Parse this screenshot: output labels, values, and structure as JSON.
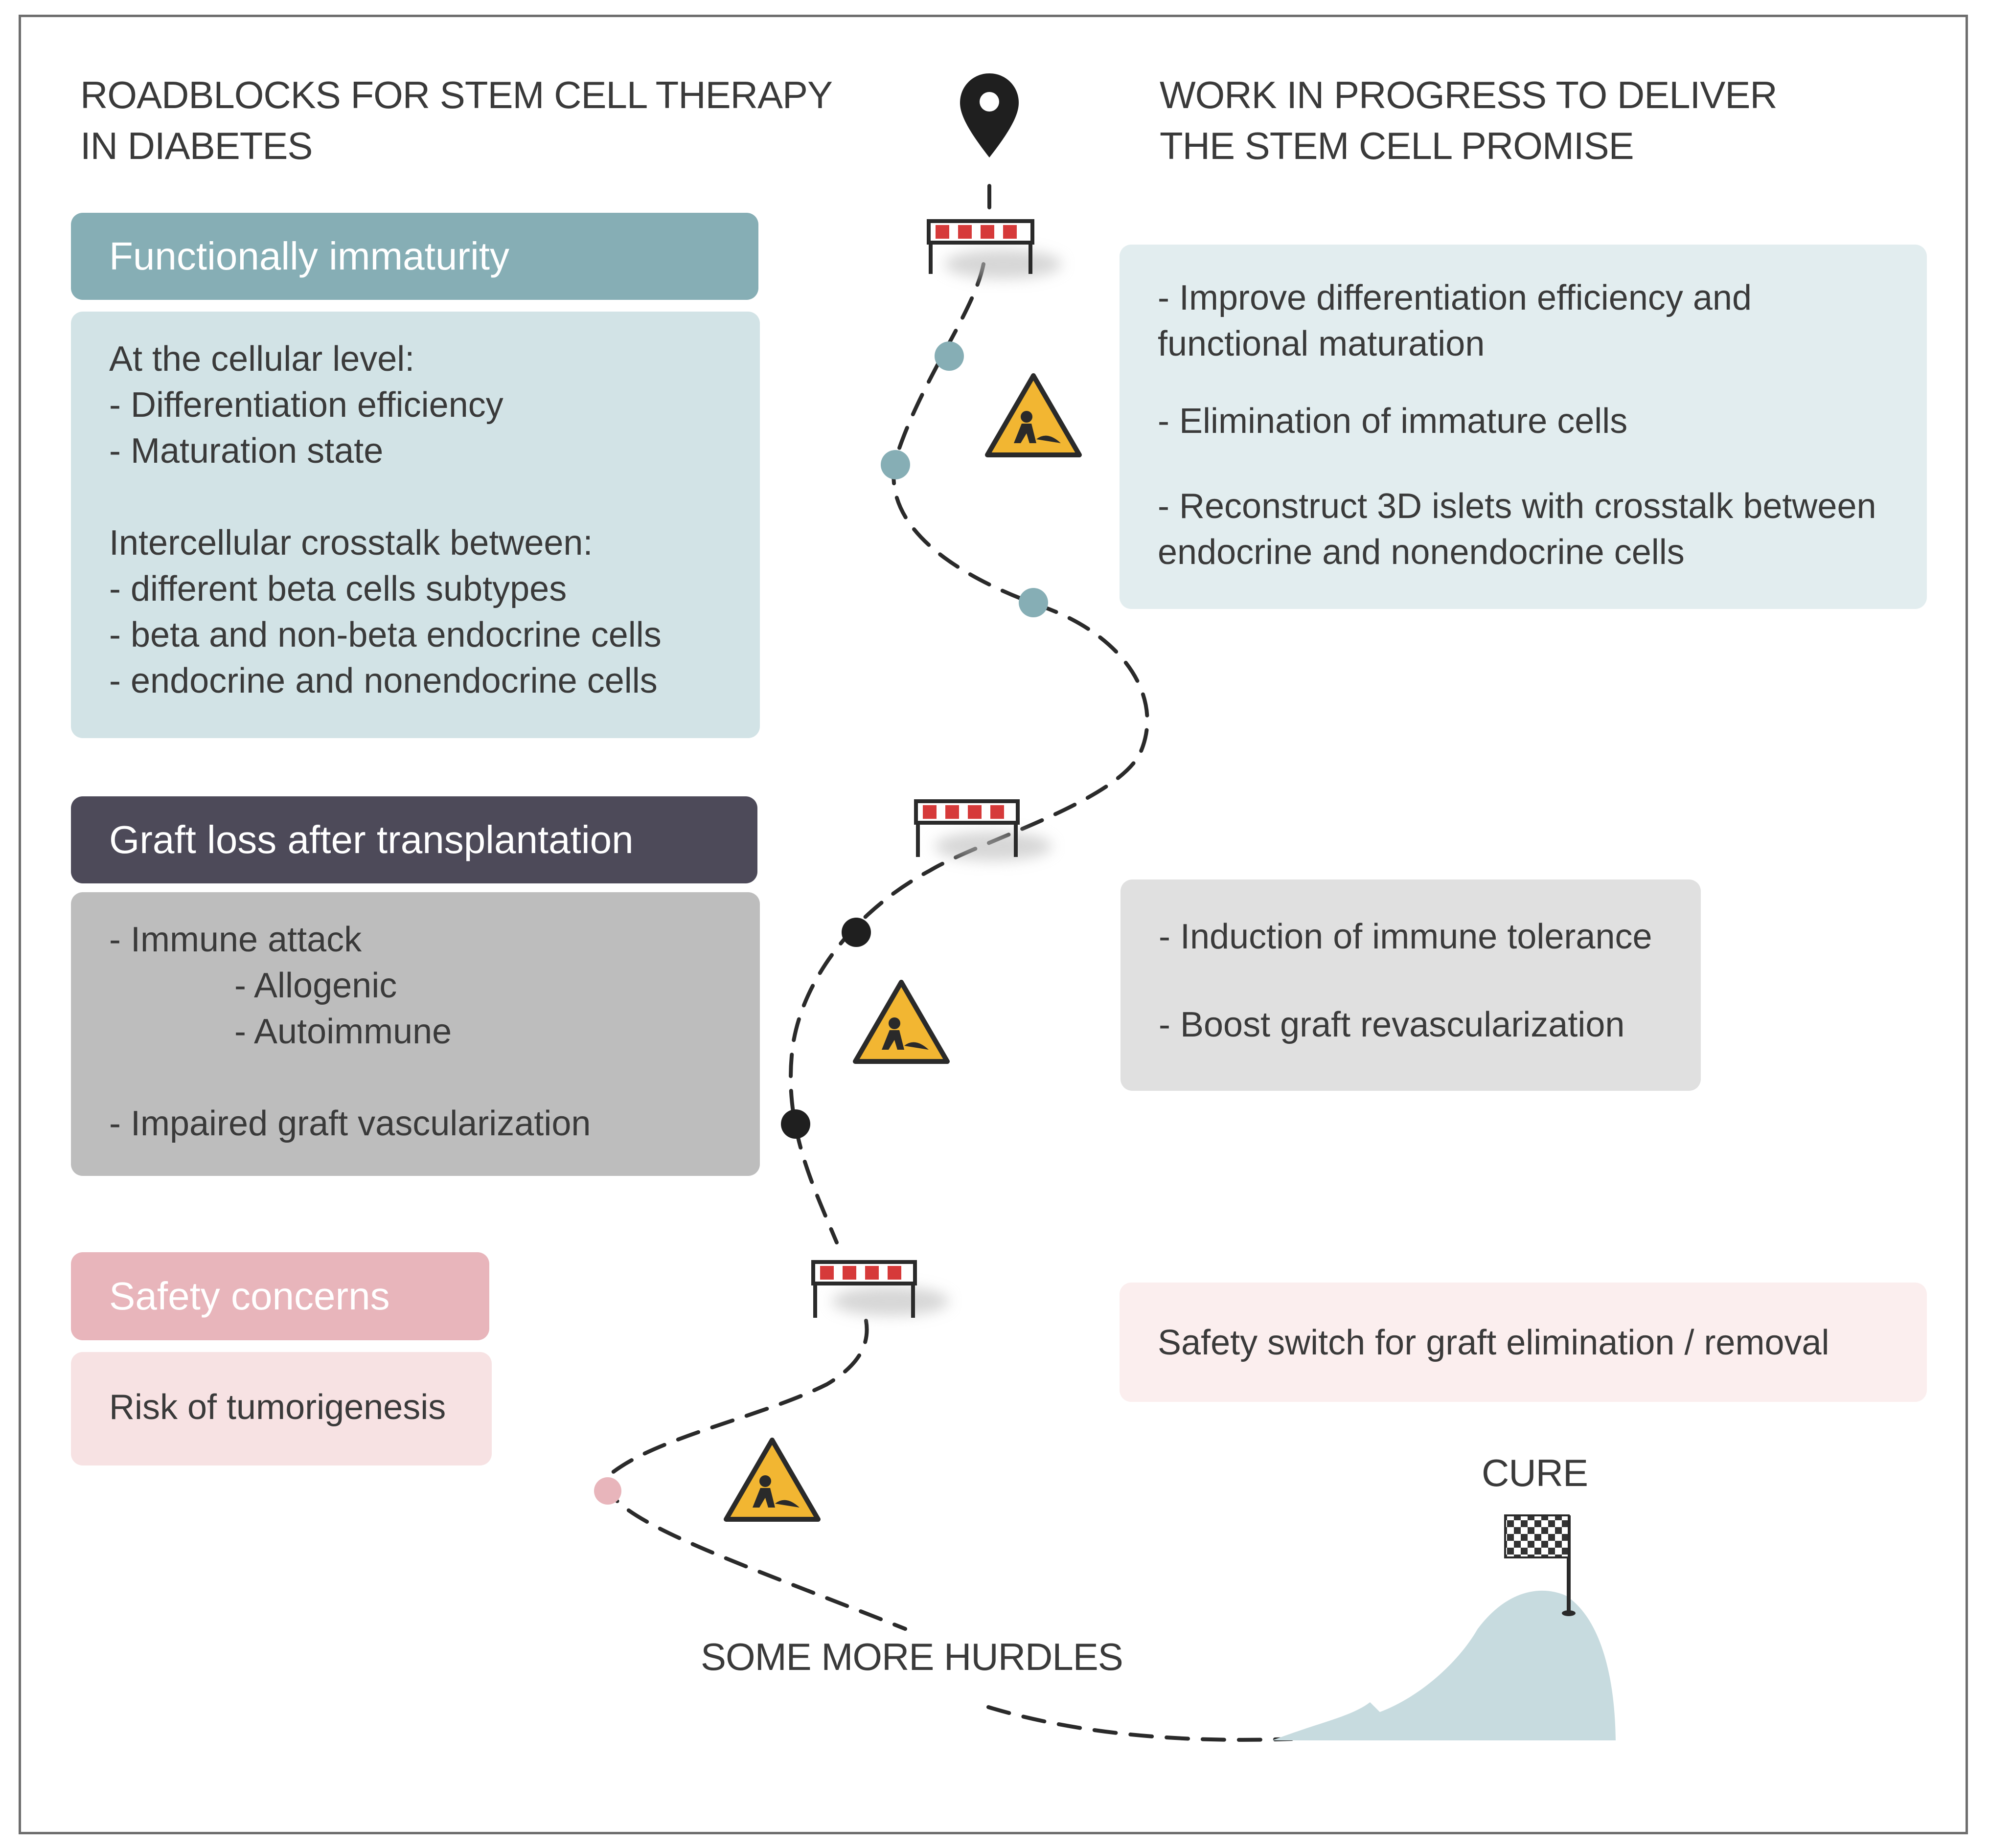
{
  "left_heading": [
    "ROADBLOCKS FOR STEM CELL THERAPY",
    "IN DIABETES"
  ],
  "right_heading": [
    "WORK IN PROGRESS TO DELIVER",
    "THE STEM CELL PROMISE"
  ],
  "colors": {
    "teal_header": "#86aeb5",
    "teal_body": "#d2e3e6",
    "teal_right": "#e2edef",
    "dark_header": "#4d4a59",
    "gray_body": "#bdbdbd",
    "gray_right": "#e0e0e0",
    "pink_header": "#e8b5bb",
    "pink_body": "#f7e2e3",
    "pink_right": "#fbeeee",
    "hill": "#c7dbdf",
    "warning": "#f2b632",
    "barrier_red": "#d63a3a"
  },
  "sections": [
    {
      "header": "Functionally immaturity",
      "body_lines": [
        "At the cellular level:",
        "- Differentiation efficiency",
        "- Maturation state",
        "",
        "Intercellular crosstalk between:",
        "- different beta cells subtypes",
        "- beta and non-beta endocrine cells",
        "- endocrine and nonendocrine cells"
      ],
      "right_lines": [
        "- Improve differentiation efficiency and",
        "functional maturation",
        "",
        "- Elimination of immature cells",
        "",
        "- Reconstruct 3D islets with crosstalk between",
        "endocrine and nonendocrine cells"
      ]
    },
    {
      "header": "Graft loss after transplantation",
      "body_lines": [
        "- Immune attack",
        "- Allogenic",
        "- Autoimmune",
        "",
        "- Impaired graft vascularization"
      ],
      "right_lines": [
        "- Induction of immune tolerance",
        "",
        "- Boost graft revascularization"
      ]
    },
    {
      "header": "Safety concerns",
      "body_lines": [
        "Risk of tumorigenesis"
      ],
      "right_lines": [
        "Safety switch for graft elimination / removal"
      ]
    }
  ],
  "path_labels": {
    "hurdles": "SOME MORE HURDLES",
    "cure": "CURE"
  },
  "icons": [
    "location-pin-icon",
    "road-barrier-icon",
    "road-work-sign-icon",
    "checkered-flag-icon"
  ]
}
